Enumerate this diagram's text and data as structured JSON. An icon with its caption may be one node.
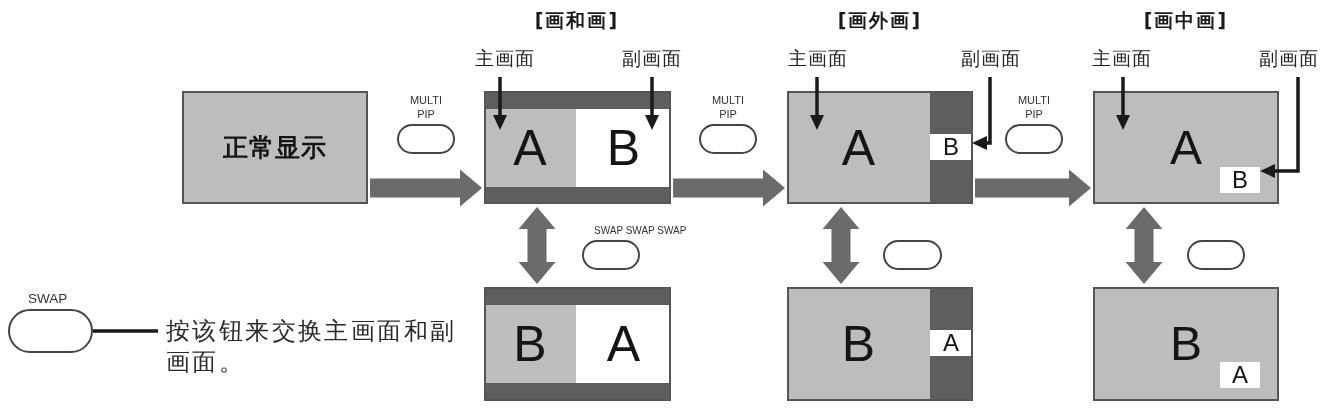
{
  "diagram": {
    "nodes": [
      {
        "text": [
          "正常显示"
        ]
      },
      {
        "text": [
          "MULTI PIP"
        ]
      },
      {
        "text": [
          "主画面"
        ]
      },
      {
        "text": [
          "副画面"
        ]
      },
      {
        "text": [],
        "shape": "box"
      },
      {
        "text": [
          "A"
        ],
        "in": 4
      },
      {
        "text": [
          "B"
        ],
        "in": 4
      },
      {
        "text": [
          "MULTI PIP"
        ]
      },
      {
        "text": [
          "主画面"
        ]
      },
      {
        "text": [
          "副画面"
        ]
      },
      {
        "text": [],
        "shape": "box"
      },
      {
        "text": [
          "A"
        ],
        "in": 10
      },
      {
        "text": [
          "B"
        ],
        "in": 10
      },
      {
        "text": [
          "MULTI PIP"
        ]
      },
      {
        "text": [
          "主画面"
        ]
      },
      {
        "text": [
          "副画面"
        ]
      },
      {
        "text": [
          "A"
        ]
      },
      {
        "text": [
          "B"
        ],
        "in": 16
      },
      {
        "text": [
          "SWAP"
        ]
      },
      {
        "text": [
          "按该钮来交换主画面和副画面。"
        ]
      },
      {
        "text": [
          "SWAP SWAP SWAP"
        ]
      },
      {
        "text": [],
        "shape": "box"
      },
      {
        "text": [
          "B"
        ],
        "in": 21
      },
      {
        "text": [
          "A"
        ],
        "in": 21
      },
      {
        "text": [],
        "shape": "oval"
      },
      {
        "text": [],
        "shape": "box"
      },
      {
        "text": [
          "B"
        ],
        "in": 25
      },
      {
        "text": [
          "A"
        ],
        "in": 25
      },
      {
        "text": [],
        "shape": "oval"
      },
      {
        "text": [
          "B"
        ]
      },
      {
        "text": [
          "A"
        ],
        "in": 29
      }
    ],
    "edges": [
      {
        "from": 0,
        "to": 4,
        "arrow": "to",
        "style": "thick",
        "color": "#6b6b6b"
      },
      {
        "from": 4,
        "to": 10,
        "arrow": "to",
        "style": "thick",
        "color": "#6b6b6b"
      },
      {
        "from": 10,
        "to": 16,
        "arrow": "to",
        "style": "thick",
        "color": "#6b6b6b"
      },
      {
        "from": 2,
        "to": 5,
        "arrow": "to"
      },
      {
        "from": 3,
        "to": 6,
        "arrow": "to"
      },
      {
        "from": 8,
        "to": 11,
        "arrow": "to"
      },
      {
        "from": 9,
        "to": 12,
        "arrow": "to"
      },
      {
        "from": 14,
        "to": 16,
        "arrow": "to"
      },
      {
        "from": 15,
        "to": 17,
        "arrow": "to"
      },
      {
        "from": 4,
        "to": 21,
        "arrow": "both",
        "style": "thick",
        "color": "#6b6b6b"
      },
      {
        "from": 10,
        "to": 25,
        "arrow": "both",
        "style": "thick",
        "color": "#6b6b6b"
      },
      {
        "from": 16,
        "to": 29,
        "arrow": "both",
        "style": "thick",
        "color": "#6b6b6b"
      },
      {
        "from": 19,
        "to": 18,
        "arrow": "none"
      }
    ],
    "labels": [
      "[画和画]",
      "[画外画]",
      "[画中画]"
    ]
  }
}
